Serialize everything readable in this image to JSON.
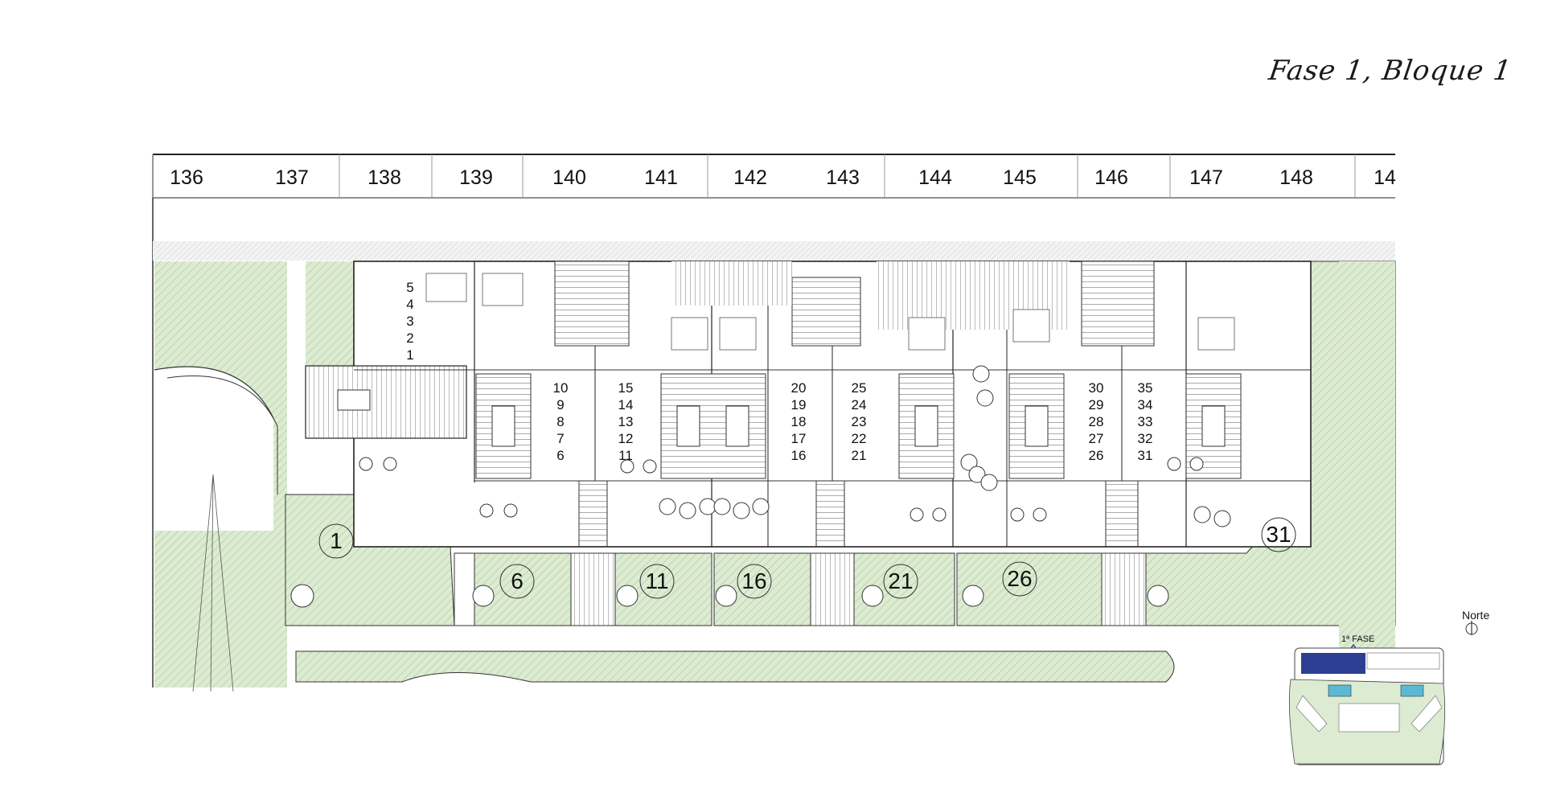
{
  "title": "Fase 1, Bloque 1",
  "plot_numbers": [
    "136",
    "137",
    "138",
    "139",
    "140",
    "141",
    "142",
    "143",
    "144",
    "145",
    "146",
    "147",
    "148",
    "14"
  ],
  "unit_groups": [
    [
      "5",
      "4",
      "3",
      "2",
      "1"
    ],
    [
      "10",
      "9",
      "8",
      "7",
      "6"
    ],
    [
      "15",
      "14",
      "13",
      "12",
      "11"
    ],
    [
      "20",
      "19",
      "18",
      "17",
      "16"
    ],
    [
      "25",
      "24",
      "23",
      "22",
      "21"
    ],
    [
      "30",
      "29",
      "28",
      "27",
      "26"
    ],
    [
      "35",
      "34",
      "33",
      "32",
      "31"
    ]
  ],
  "garden_labels": [
    "1",
    "6",
    "11",
    "16",
    "21",
    "26",
    "31"
  ],
  "key_plan": {
    "phase_label": "1ª FASE",
    "north_label": "Norte"
  },
  "colors": {
    "garden": "#dcebd2",
    "hatch": "#b9d3a8",
    "line": "#222222",
    "phase_highlight": "#2c3f93",
    "pool": "#5ab9d6"
  }
}
